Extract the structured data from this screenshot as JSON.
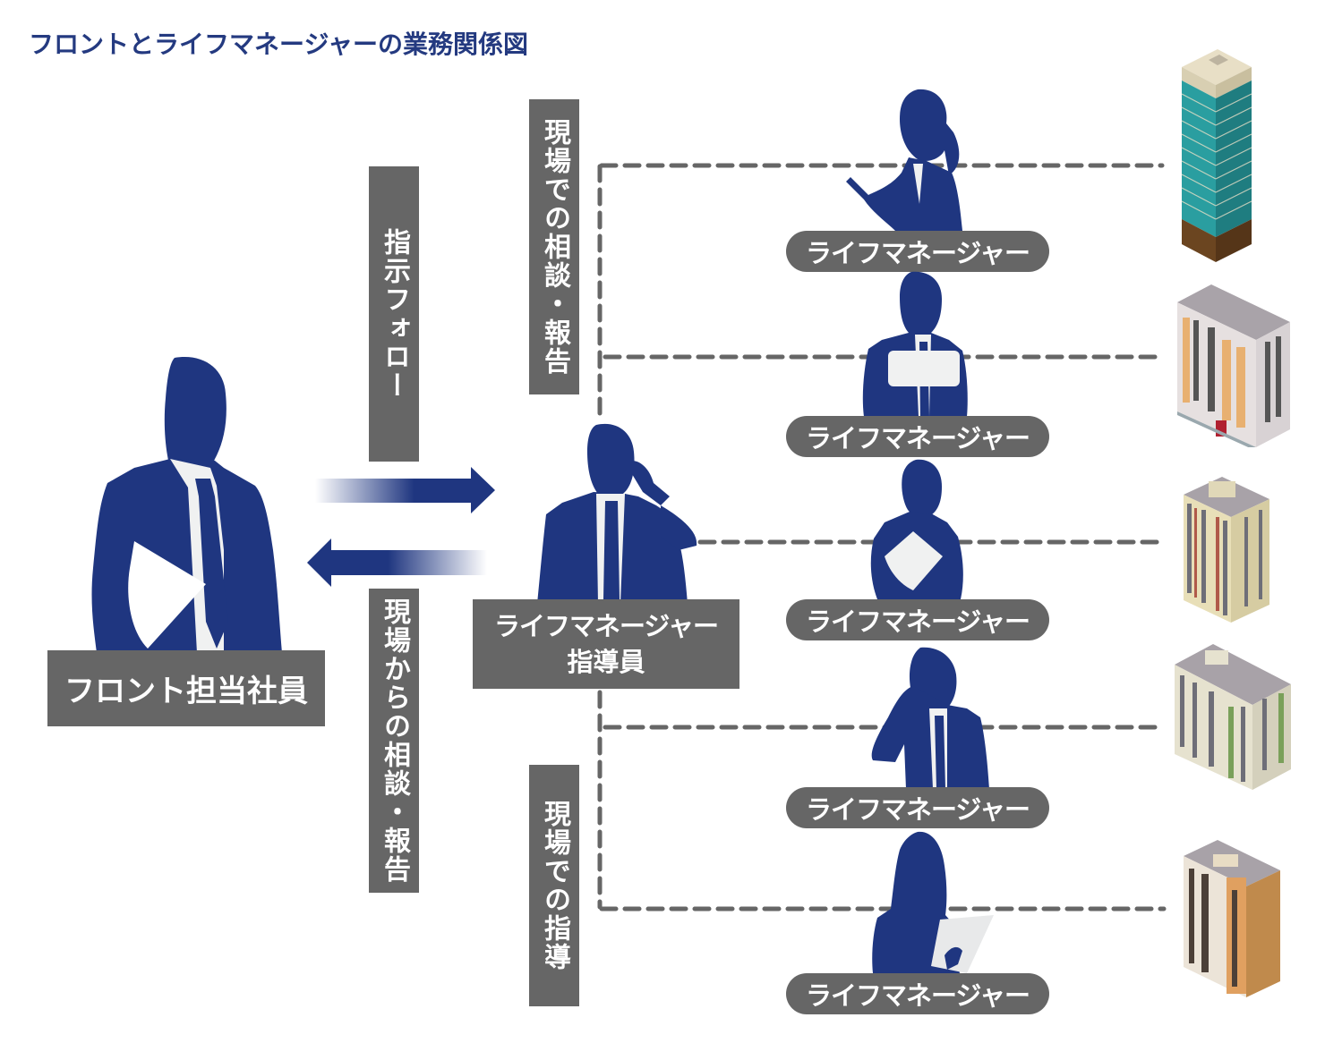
{
  "title": "フロントとライフマネージャーの業務関係図",
  "colors": {
    "navy": "#1f3680",
    "box_gray": "#666666",
    "title_blue": "#243a80",
    "dash_gray": "#666666"
  },
  "front_staff": {
    "label": "フロント担当社員",
    "icon": "businessman-silhouette-icon"
  },
  "instructor": {
    "label_line1": "ライフマネージャー",
    "label_line2": "指導員",
    "icon": "businessman-on-phone-silhouette-icon"
  },
  "flows": {
    "to_instructor": "指示フォロー",
    "to_front": "現場からの相談・報告",
    "from_field": "現場での相談・報告",
    "to_field": "現場での指導"
  },
  "life_managers": [
    {
      "label": "ライフマネージャー",
      "icon": "businesswoman-on-phone-silhouette-icon",
      "building": "office-tower-icon"
    },
    {
      "label": "ライフマネージャー",
      "icon": "businessman-with-laptop-silhouette-icon",
      "building": "apartment-building-icon"
    },
    {
      "label": "ライフマネージャー",
      "icon": "businesswoman-with-folder-silhouette-icon",
      "building": "condominium-icon"
    },
    {
      "label": "ライフマネージャー",
      "icon": "businessman-on-phone-silhouette-icon",
      "building": "mansion-building-icon"
    },
    {
      "label": "ライフマネージャー",
      "icon": "businesswoman-with-tablet-silhouette-icon",
      "building": "residential-tower-icon"
    }
  ]
}
